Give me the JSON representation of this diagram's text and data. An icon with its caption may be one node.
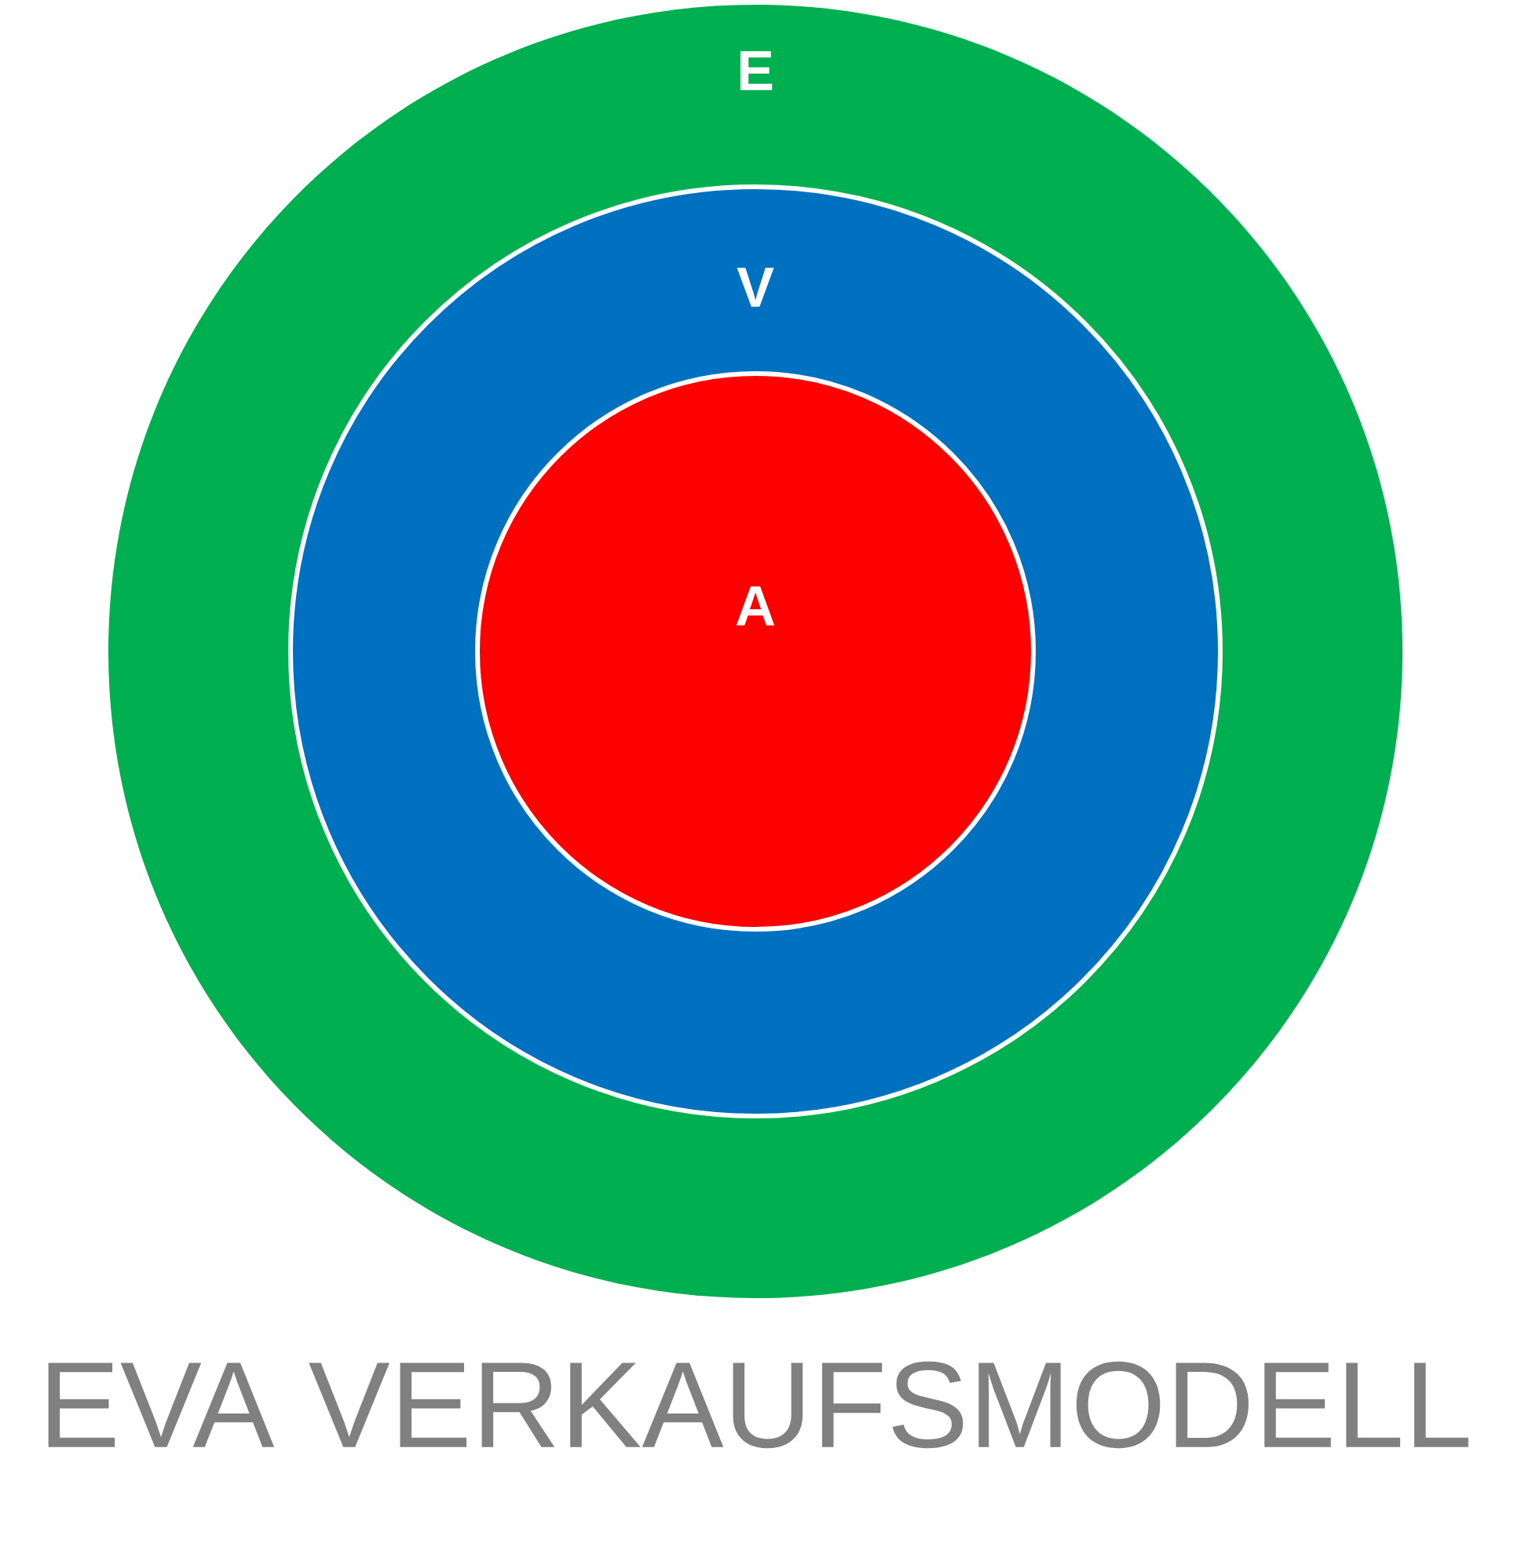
{
  "diagram": {
    "caption": "EVA VERKAUFSMODELL",
    "nodes": [
      {
        "text": [
          "E"
        ]
      },
      {
        "text": [
          "V"
        ],
        "in": 0
      },
      {
        "text": [
          "A"
        ],
        "in": 1
      }
    ]
  }
}
